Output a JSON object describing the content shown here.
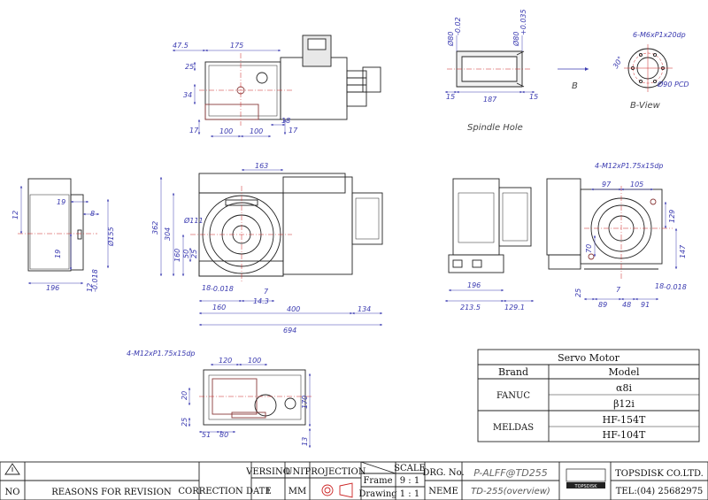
{
  "colors": {
    "outline": "#222222",
    "dimension": "#3a3ab0",
    "center": "#cc2222",
    "part": "#8a3a3a"
  },
  "top_view": {
    "d1": "47.5",
    "d2": "175",
    "d3": "25",
    "d4": "34",
    "d5": "17",
    "d6": "100",
    "d7": "100",
    "d8": "18",
    "d9": "17"
  },
  "spindle": {
    "d_a": "Ø80",
    "tol_a": "-0.02",
    "d_b": "Ø80",
    "tol_b": "+0.035",
    "w1": "15",
    "w2": "187",
    "w3": "15",
    "label": "Spindle Hole"
  },
  "b_arrow": {
    "label": "B"
  },
  "b_view": {
    "callout": "6-M6xP1x20dp",
    "angle": "30°",
    "pcd": "Ø90 PCD",
    "label": "B-View"
  },
  "left_view": {
    "d12": "12",
    "d19a": "19",
    "d8": "8",
    "d155": "Ø155",
    "d19b": "19",
    "d196": "196",
    "d12b": "12",
    "tol12": "-0.018"
  },
  "front_view": {
    "d163": "163",
    "d362": "362",
    "d304": "304",
    "d160v": "160",
    "d50": "50",
    "d25": "25",
    "tol18": "-0.018",
    "d18": "18",
    "d7": "7",
    "d160h": "160",
    "d143": "14.3",
    "d400": "400",
    "d134": "134",
    "d694": "694",
    "small": "Ø111"
  },
  "right_a": {
    "d196": "196",
    "d2135": "213.5",
    "d1291": "129.1"
  },
  "right_b": {
    "callout": "4-M12xP1.75x15dp",
    "d97": "97",
    "d105": "105",
    "d129": "129",
    "d147": "147",
    "d70": "70",
    "d25": "25",
    "d7": "7",
    "d89": "89",
    "d48": "48",
    "d91": "91",
    "d18": "18",
    "tol18": "-0.018"
  },
  "bottom_view": {
    "callout": "4-M12xP1.75x15dp",
    "d120": "120",
    "d100": "100",
    "d20": "20",
    "d25": "25",
    "d51": "51",
    "d80": "80",
    "d170": "170",
    "d13": "13"
  },
  "servo_table": {
    "title": "Servo Motor",
    "col_brand": "Brand",
    "col_model": "Model",
    "brand1": "FANUC",
    "model1a": "α8i",
    "model1b": "β12i",
    "brand2": "MELDAS",
    "model2a": "HF-154T",
    "model2b": "HF-104T"
  },
  "title_block": {
    "no": "NO",
    "reasons": "REASONS FOR REVISION",
    "correction_date": "CORRECTION DATE",
    "versino": "VERSINO",
    "version_val": "1",
    "unit": "UNIT",
    "unit_val": "MM",
    "projection": "PROJECTION",
    "scale": "SCALE",
    "frame": "Frame",
    "frame_val": "9 : 1",
    "drawing": "Drawing",
    "drawing_val": "1 : 1",
    "drg_no": "DRG. No.",
    "drg_val": "P-ALFF@TD255",
    "name": "NEME",
    "name_val": "TD-255(overview)",
    "company": "TOPSDISK CO.LTD.",
    "tel": "TEL:(04) 25682975",
    "logo_text": "TOPSDISK"
  }
}
